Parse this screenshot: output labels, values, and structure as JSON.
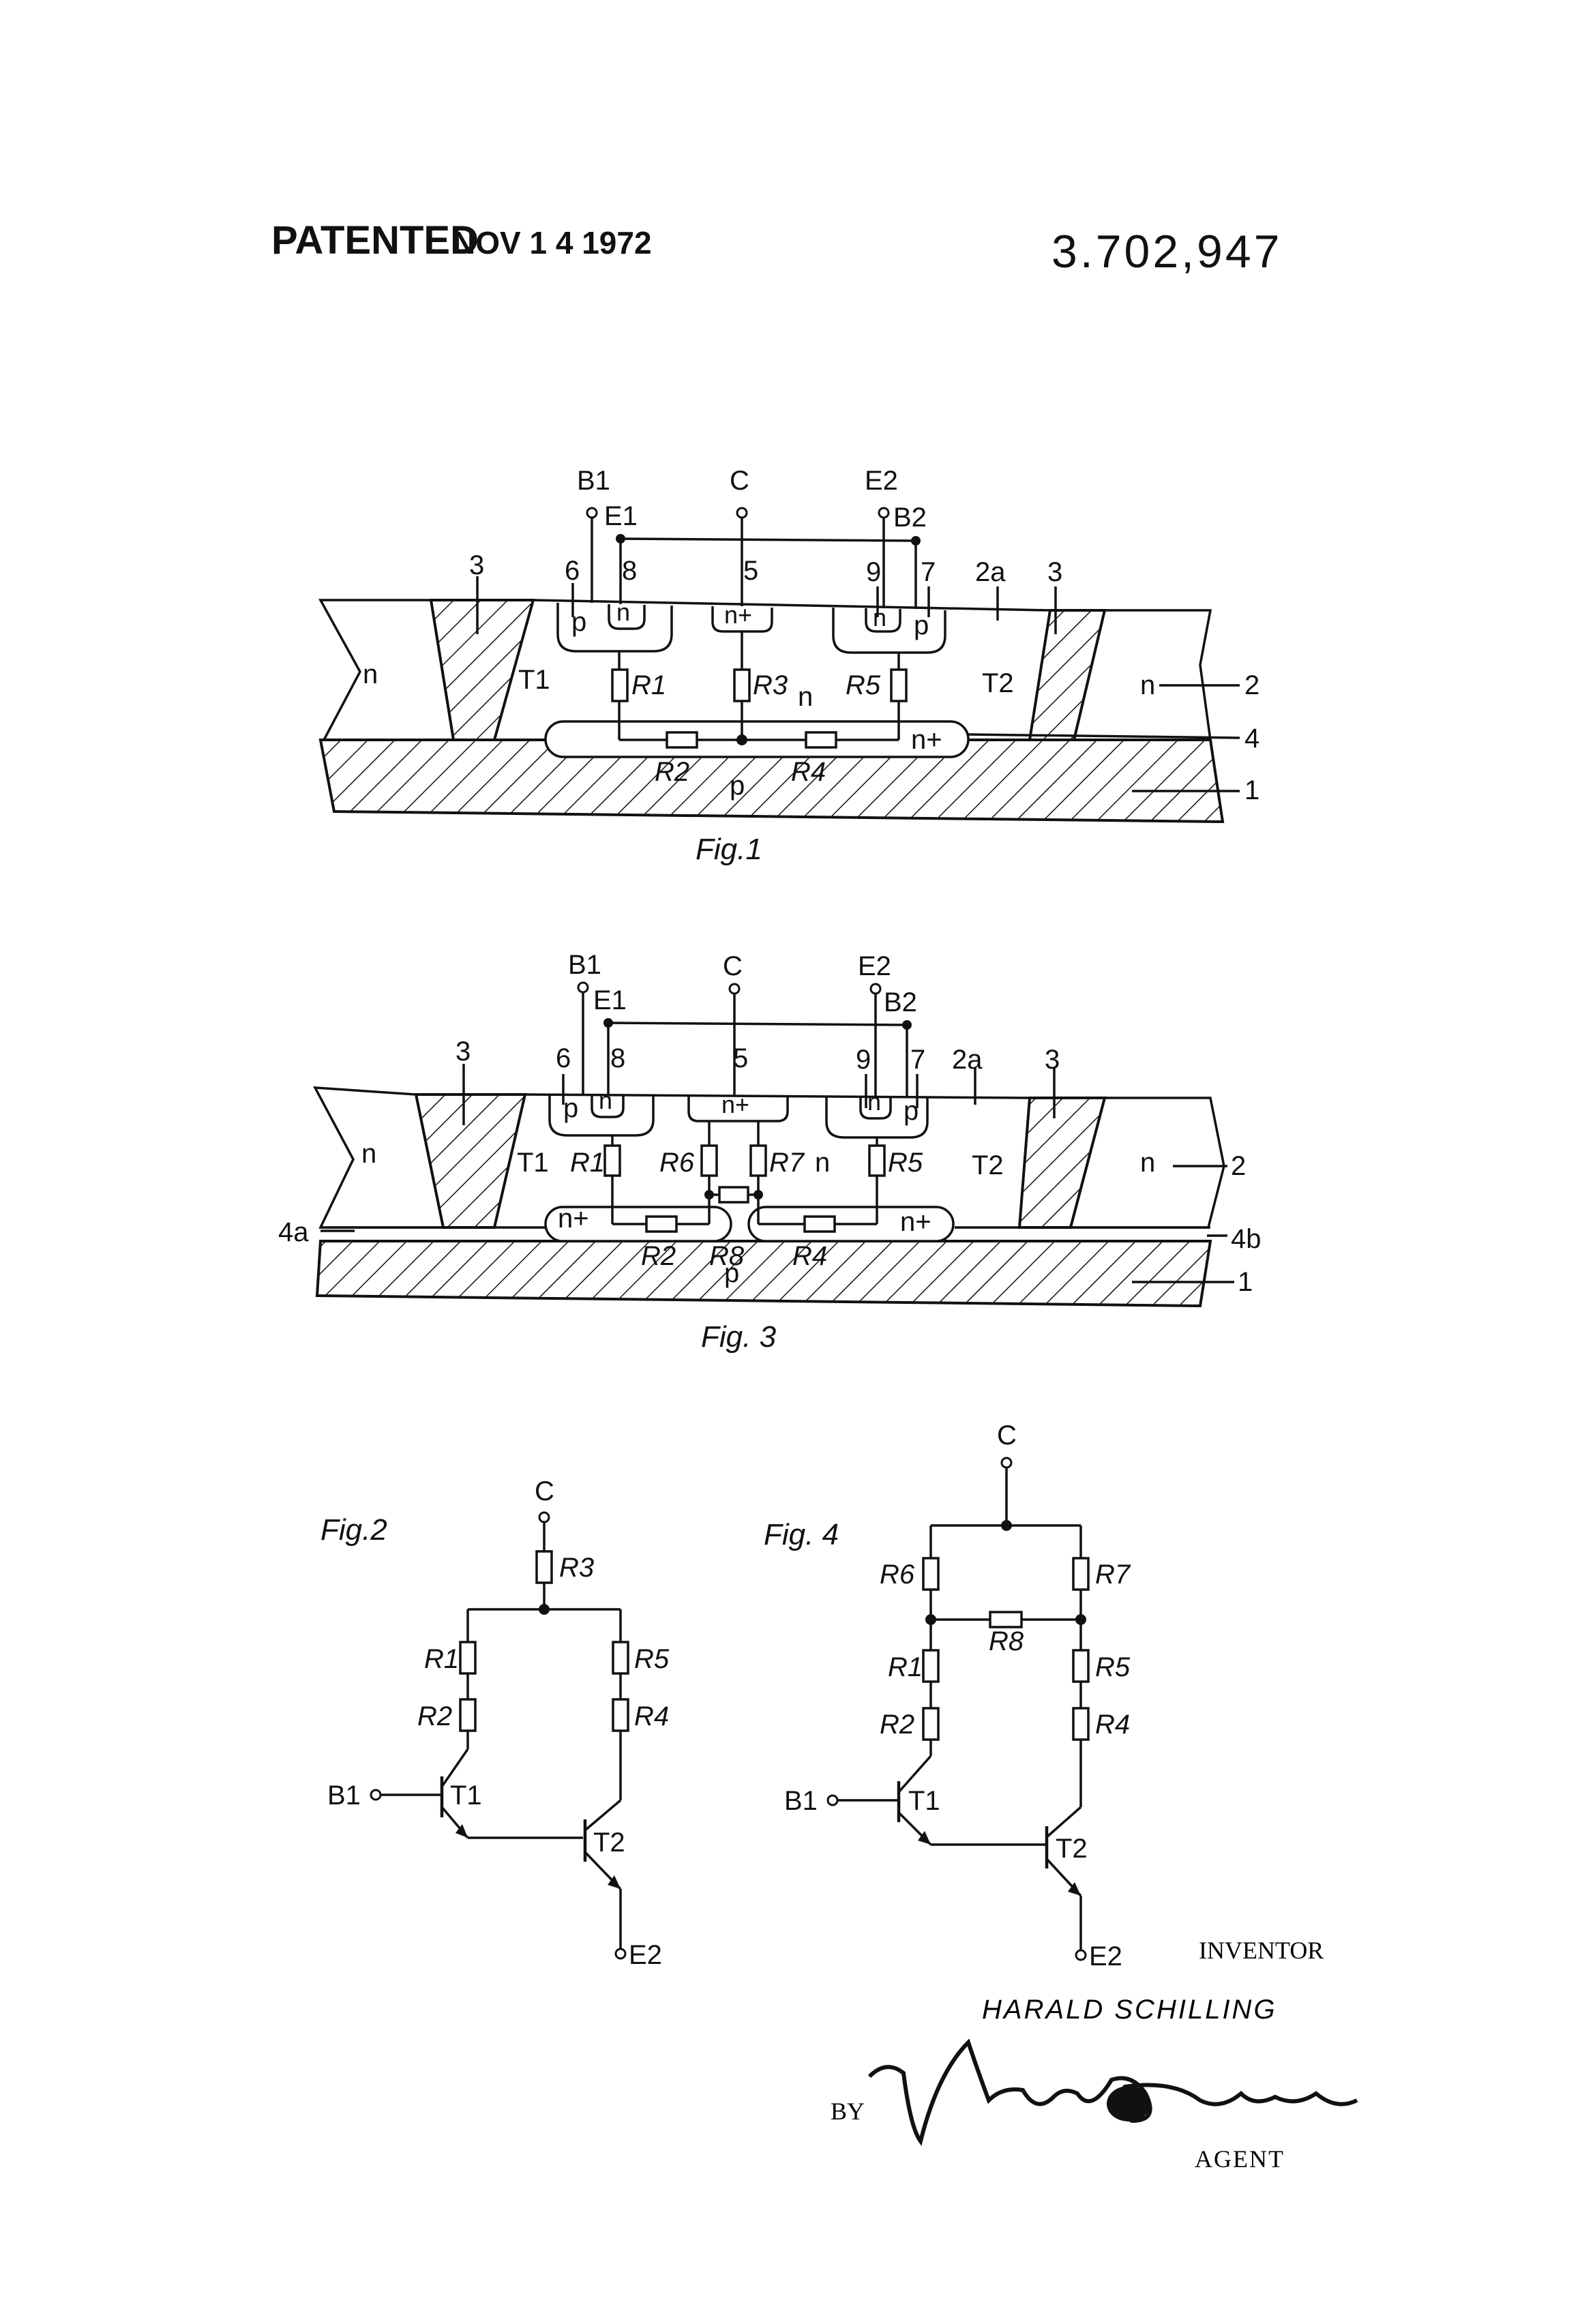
{
  "header": {
    "patented_label": "PATENTED",
    "date": "NOV 1 4 1972",
    "patent_number": "3.702,947"
  },
  "fig1": {
    "caption": "Fig.1",
    "terminals": {
      "b1": "B1",
      "c": "C",
      "e2": "E2",
      "e1": "E1",
      "b2": "B2"
    },
    "refs": {
      "r3_left": "3",
      "r6": "6",
      "r8": "8",
      "r5": "5",
      "r9": "9",
      "r7": "7",
      "r2a": "2a",
      "r3_right": "3",
      "r2": "2",
      "r4": "4",
      "r1": "1"
    },
    "regions": {
      "n_left": "n",
      "n_right": "n",
      "p_left": "p",
      "p_right": "p",
      "n_e1": "n",
      "n_b2": "n",
      "n_plus_c": "n+",
      "n_mid": "n",
      "n_plus_buried": "n+",
      "p_sub": "p"
    },
    "transistors": {
      "t1": "T1",
      "t2": "T2"
    },
    "resistors": {
      "r1": "R1",
      "r3": "R3",
      "r5": "R5",
      "r2": "R2",
      "r4": "R4"
    }
  },
  "fig3": {
    "caption": "Fig. 3",
    "terminals": {
      "b1": "B1",
      "c": "C",
      "e2": "E2",
      "e1": "E1",
      "b2": "B2"
    },
    "refs": {
      "r3_left": "3",
      "r6": "6",
      "r8": "8",
      "r5": "5",
      "r9": "9",
      "r7": "7",
      "r2a": "2a",
      "r3_right": "3",
      "r2": "2",
      "r4a": "4a",
      "r4b": "4b",
      "r1": "1"
    },
    "regions": {
      "n_left": "n",
      "n_right": "n",
      "p_left": "p",
      "p_right": "p",
      "n_e1": "n",
      "n_b2": "n",
      "n_plus_c": "n+",
      "n_mid": "n",
      "n_plus_left": "n+",
      "n_plus_right": "n+",
      "p_sub": "p"
    },
    "transistors": {
      "t1": "T1",
      "t2": "T2"
    },
    "resistors": {
      "r1": "R1",
      "r6": "R6",
      "r7": "R7",
      "r5": "R5",
      "r2": "R2",
      "r8": "R8",
      "r4": "R4"
    }
  },
  "fig2": {
    "caption": "Fig.2",
    "terminals": {
      "c": "C",
      "b1": "B1",
      "e2": "E2"
    },
    "resistors": {
      "r3": "R3",
      "r1": "R1",
      "r2": "R2",
      "r5": "R5",
      "r4": "R4"
    },
    "transistors": {
      "t1": "T1",
      "t2": "T2"
    }
  },
  "fig4": {
    "caption": "Fig. 4",
    "terminals": {
      "c": "C",
      "b1": "B1",
      "e2": "E2"
    },
    "resistors": {
      "r6": "R6",
      "r7": "R7",
      "r8": "R8",
      "r1": "R1",
      "r5": "R5",
      "r2": "R2",
      "r4": "R4"
    },
    "transistors": {
      "t1": "T1",
      "t2": "T2"
    }
  },
  "footer": {
    "inventor_label": "INVENTOR",
    "inventor_name": "HARALD SCHILLING",
    "by_label": "BY",
    "agent_label": "AGENT"
  }
}
